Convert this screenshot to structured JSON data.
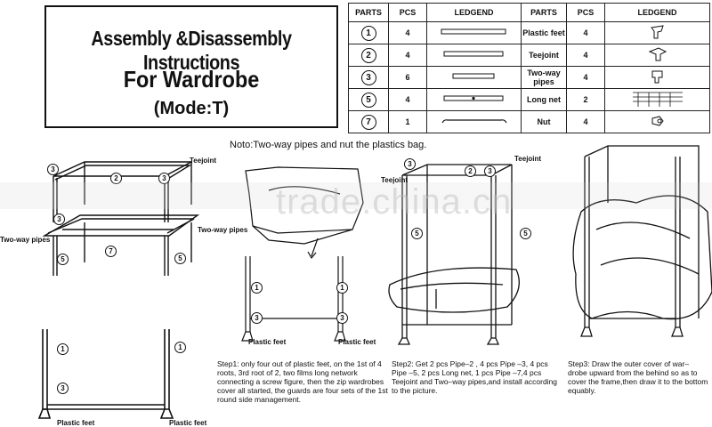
{
  "title": {
    "line1": "Assembly &Disassembly Instructions",
    "line2": "For Wardrobe",
    "line3": "(Mode:T)"
  },
  "parts_table": {
    "headers": [
      "PARTS",
      "PCS",
      "LEDGEND",
      "PARTS",
      "PCS",
      "LEDGEND"
    ],
    "left_rows": [
      {
        "num": "1",
        "pcs": "4"
      },
      {
        "num": "2",
        "pcs": "4"
      },
      {
        "num": "3",
        "pcs": "6"
      },
      {
        "num": "5",
        "pcs": "4"
      },
      {
        "num": "7",
        "pcs": "1"
      }
    ],
    "right_rows": [
      {
        "name": "Plastic feet",
        "pcs": "4"
      },
      {
        "name": "Teejoint",
        "pcs": "4"
      },
      {
        "name": "Two-way pipes",
        "pcs": "4"
      },
      {
        "name": "Long net",
        "pcs": "2"
      },
      {
        "name": "Nut",
        "pcs": "4"
      }
    ]
  },
  "note": "Noto:Two-way pipes and nut the plastics bag.",
  "diagram1": {
    "teejoint": "Teejoint",
    "two_way_left": "Two-way pipes",
    "two_way_right": "Two-way pipes",
    "plastic_feet_left": "Plastic feet",
    "plastic_feet_right": "Plastic feet",
    "n3": "3",
    "n2": "2",
    "n3b": "3",
    "n3c": "3",
    "n7": "7",
    "n5a": "5",
    "n5b": "5",
    "n1a": "1",
    "n1b": "1",
    "n3d": "3"
  },
  "diagram2": {
    "plastic_feet_left": "Plastic feet",
    "plastic_feet_right": "Plastic feet",
    "n1a": "1",
    "n1b": "1",
    "n3a": "3",
    "n3b": "3"
  },
  "diagram3": {
    "teejoint_top": "Teejoint",
    "teejoint_left": "Teejoint",
    "n3a": "3",
    "n2": "2",
    "n3b": "3",
    "n5a": "5",
    "n5b": "5"
  },
  "watermark": "trade.china.cn",
  "steps": {
    "step1": "Step1: only four out of plastic feet, on the 1st of 4 roots, 3rd root of 2, two films long network connecting a screw figure, then the zip wardrobes cover all started, the guards are four sets of the 1st round side management.",
    "step2": "Step2: Get 2 pcs Pipe–2 , 4 pcs Pipe –3, 4 pcs Pipe –5, 2 pcs Long net, 1 pcs Pipe –7,4 pcs Teejoint and Two–way pipes,and install according to the picture.",
    "step3": "Step3: Draw the outer cover of war– drobe upward from the behind so as to cover the frame,then draw it to the bottom equably."
  }
}
